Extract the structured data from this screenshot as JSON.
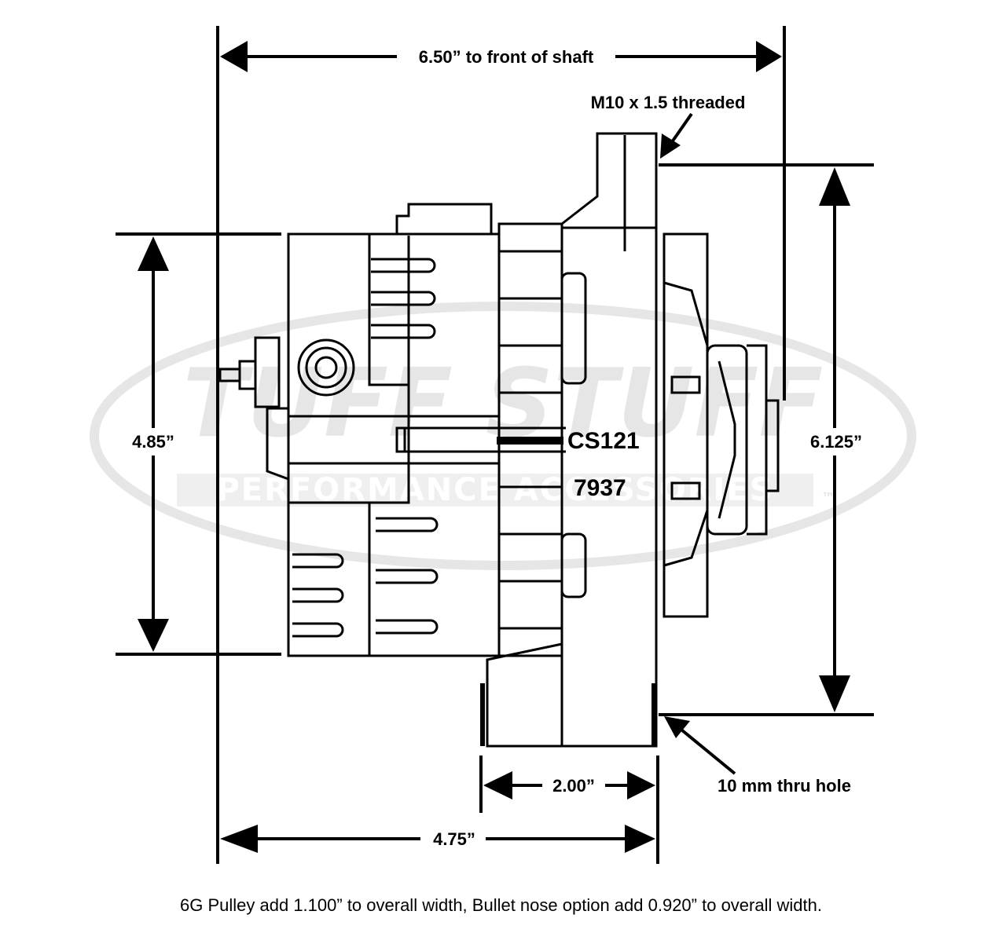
{
  "watermark": {
    "brand": "TUFF STUFF",
    "tagline": "PERFORMANCE ACCESSORIES",
    "mark": "™"
  },
  "dimensions": {
    "overall_length": "6.50” to front of shaft",
    "body_height": "4.85”",
    "mount_height": "6.125”",
    "ear_width": "2.00”",
    "body_length": "4.75”"
  },
  "callouts": {
    "top_mount": "M10 x 1.5 threaded",
    "bottom_mount": "10 mm thru hole"
  },
  "labels": {
    "model": "CS121",
    "part_number": "7937"
  },
  "footnote": "6G Pulley add 1.100” to overall width, Bullet nose option add 0.920” to overall width."
}
